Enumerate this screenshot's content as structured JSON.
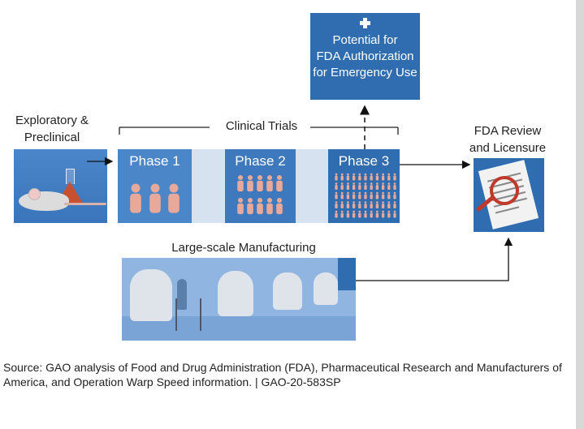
{
  "stages": {
    "exploratory": "Exploratory &\nPreclinical",
    "clinical_trials": "Clinical Trials",
    "phase1": "Phase 1",
    "phase2": "Phase 2",
    "phase3": "Phase 3",
    "fda_review": "FDA Review\nand Licensure",
    "manufacturing": "Large-scale Manufacturing",
    "emergency": "Potential for\nFDA Authorization\nfor Emergency Use"
  },
  "source_note": "Source: GAO analysis of Food and Drug Administration (FDA), Pharmaceutical Research and Manufacturers of America, and Operation Warp Speed information.  |  GAO-20-583SP",
  "colors": {
    "dark_blue": "#2f6db0",
    "mid_blue": "#4a86c8",
    "light_band": "#d6e2ef",
    "person": "#e8a89a"
  },
  "icons": {
    "emergency": "plus-icon",
    "review": "document-magnifier-icon"
  }
}
